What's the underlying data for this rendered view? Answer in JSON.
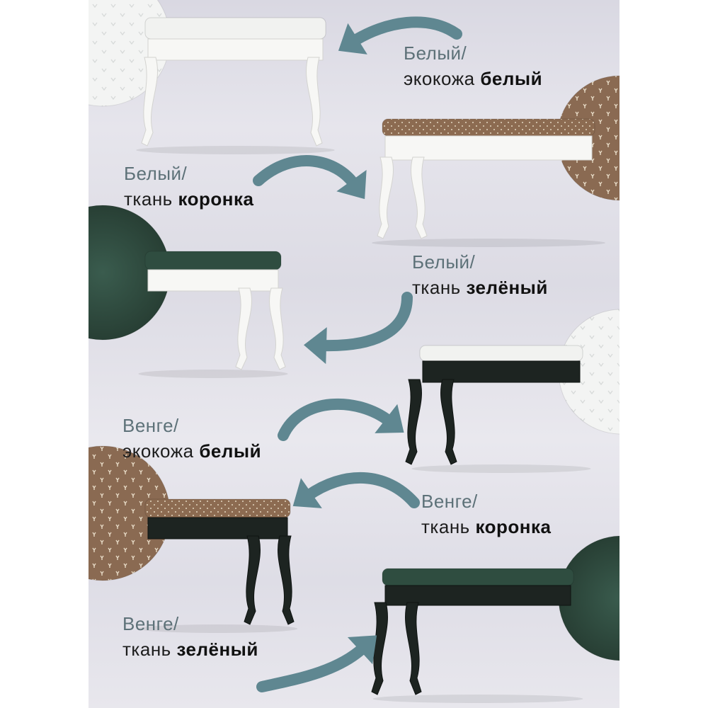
{
  "colors": {
    "arrow": "#5f8791",
    "white_frame": "#f7f7f5",
    "wenge_frame": "#1d2421",
    "crown_fabric": "#8a6a52",
    "green_fabric": "#2f4d40",
    "white_leather": "#f1f2f0"
  },
  "variants": [
    {
      "frame": "Белый/",
      "material": "экокожа",
      "color": "белый",
      "swatch": "white-leather-swatch",
      "frame_color": "white"
    },
    {
      "frame": "Белый/",
      "material": "ткань",
      "color": "коронка",
      "swatch": "crown-fabric-swatch",
      "frame_color": "white"
    },
    {
      "frame": "Белый/",
      "material": "ткань",
      "color": "зелёный",
      "swatch": "green-fabric-swatch",
      "frame_color": "white"
    },
    {
      "frame": "Венге/",
      "material": "экокожа",
      "color": "белый",
      "swatch": "white-leather-swatch",
      "frame_color": "wenge"
    },
    {
      "frame": "Венге/",
      "material": "ткань",
      "color": "коронка",
      "swatch": "crown-fabric-swatch",
      "frame_color": "wenge"
    },
    {
      "frame": "Венге/",
      "material": "ткань",
      "color": "зелёный",
      "swatch": "green-fabric-swatch",
      "frame_color": "wenge"
    }
  ]
}
